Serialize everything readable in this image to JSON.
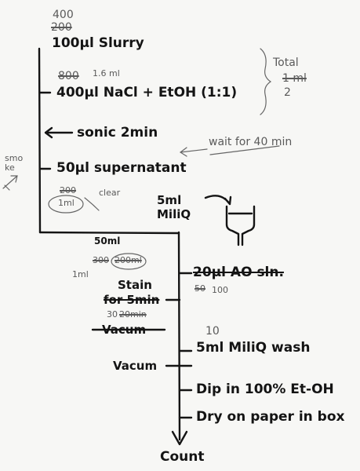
{
  "steps": {
    "slurry_old_1": "400",
    "slurry_old_2": "200",
    "slurry": "100µl  Slurry",
    "nacl_old": "800",
    "nacl_alt": "1.6 ml",
    "nacl": "400µl   NaCl + EtOH (1:1)",
    "total_label": "Total",
    "total_value": "1 ml",
    "total_value_alt": "2",
    "sonic": "sonic  2min",
    "wait": "wait for 40 min",
    "smoke": "smo\nke",
    "supernatant": "50µl supernatant",
    "super_old": "200",
    "super_alt": "1ml",
    "clear": "clear",
    "miliq_top": "5ml\nMiliQ",
    "ao_old_top": "50ml",
    "ao_old_1": "300",
    "ao_old_2": "200ml",
    "ao_old_3": "1ml",
    "ao": "20µl   AO sln.",
    "ao_alt_1": "50",
    "ao_alt_2": "100",
    "stain": "Stain",
    "for_5min": "for 5min",
    "time_alt_1": "30",
    "time_alt_2": "20min",
    "vacum_1": "Vacum",
    "wash_alt": "10",
    "wash": "5ml  MiliQ wash",
    "vacum_2": "Vacum",
    "dip": "Dip in 100% Et-OH",
    "dry": "Dry on paper in box",
    "count": "Count"
  }
}
